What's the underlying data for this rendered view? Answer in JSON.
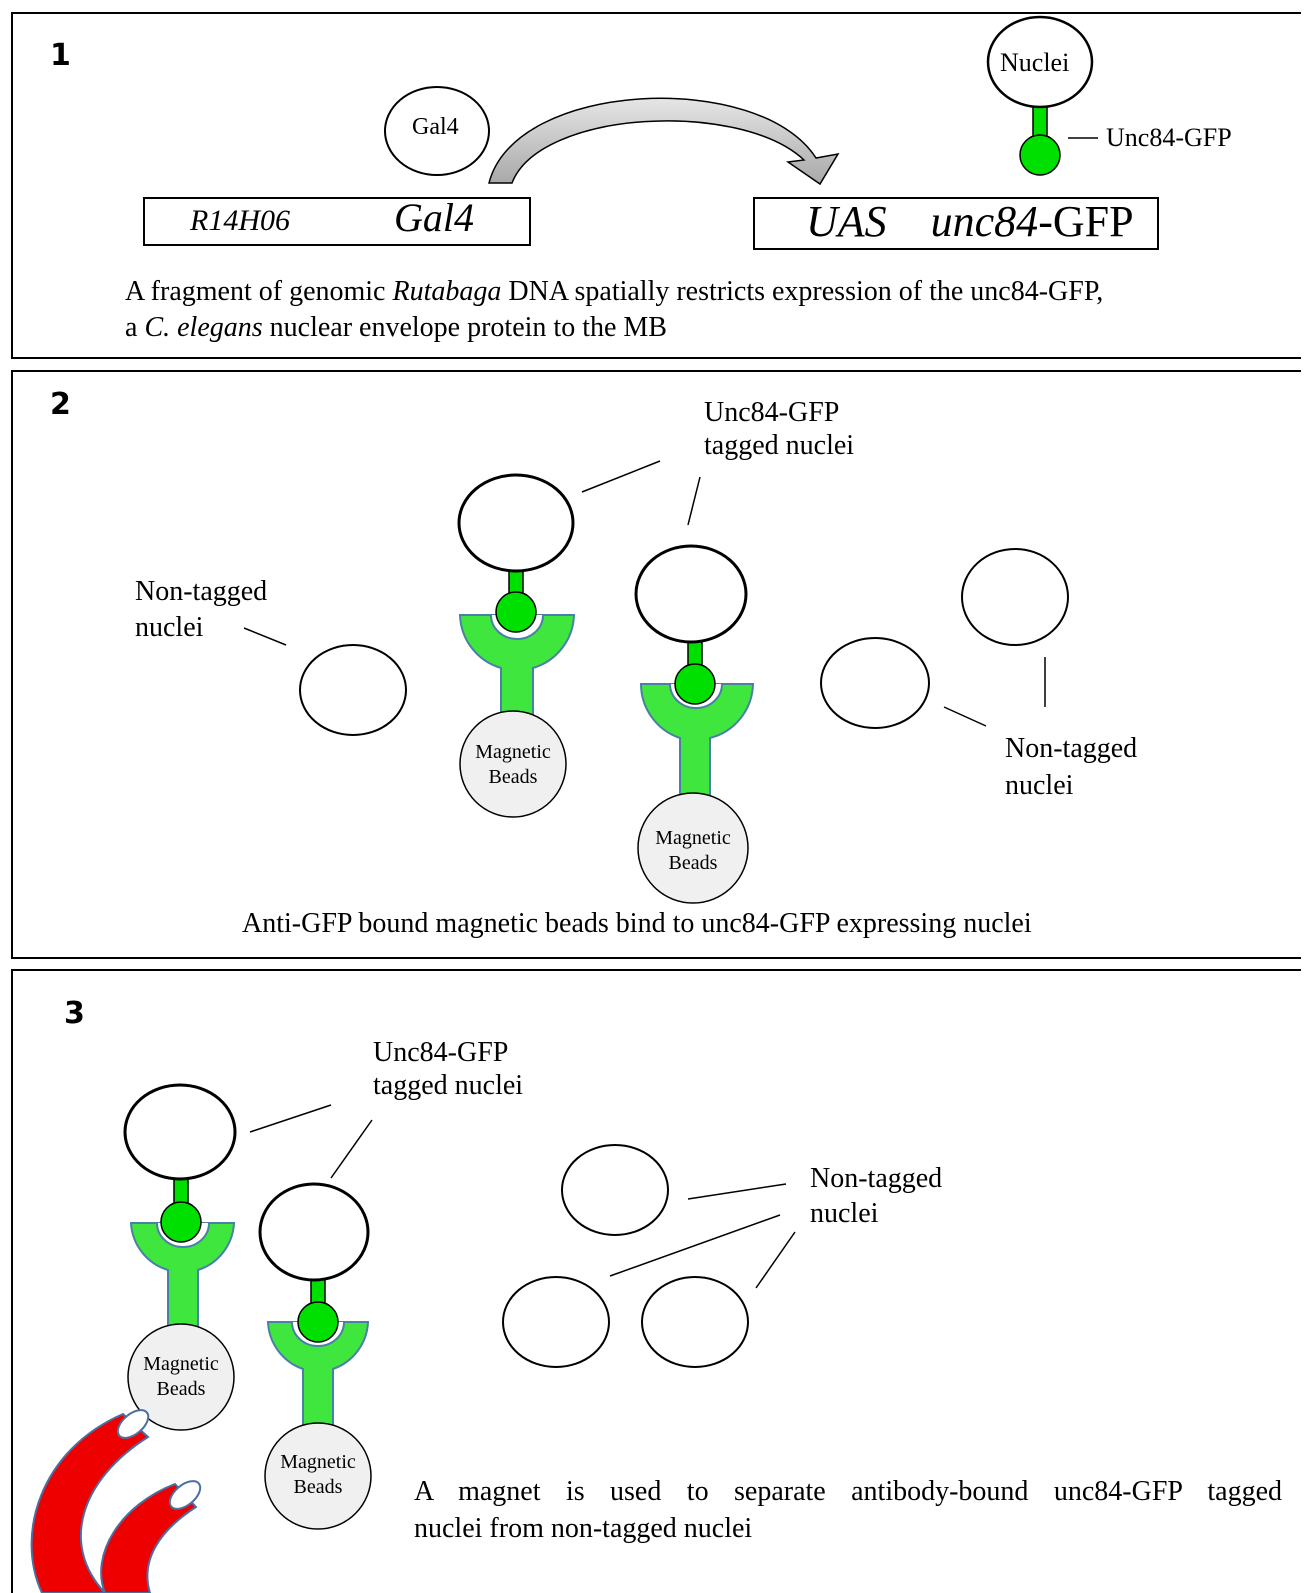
{
  "panel1": {
    "number": "1",
    "gal4_protein": "Gal4",
    "driver_box": {
      "enhancer": "R14H06",
      "gene": "Gal4"
    },
    "uas_box": {
      "uas": "UAS",
      "gene_italic": "unc84",
      "suffix": "-GFP"
    },
    "nuclei_label": "Nuclei",
    "unc84_label": "Unc84-GFP",
    "caption": {
      "line1_pre": "A fragment of genomic ",
      "line1_italic": "Rutabaga",
      "line1_post": " DNA spatially restricts expression of the unc84-GFP,",
      "line2_pre": "a ",
      "line2_italic": "C. elegans",
      "line2_post": " nuclear envelope protein to the MB"
    }
  },
  "panel2": {
    "number": "2",
    "tagged_label_line1": "Unc84-GFP",
    "tagged_label_line2": "tagged nuclei",
    "nontagged_left_line1": "Non-tagged",
    "nontagged_left_line2": "nuclei",
    "nontagged_right_line1": "Non-tagged",
    "nontagged_right_line2": "nuclei",
    "bead_line1": "Magnetic",
    "bead_line2": "Beads",
    "caption": "Anti-GFP bound magnetic beads bind to unc84-GFP expressing nuclei"
  },
  "panel3": {
    "number": "3",
    "tagged_label_line1": "Unc84-GFP",
    "tagged_label_line2": "tagged nuclei",
    "nontagged_line1": "Non-tagged",
    "nontagged_line2": "nuclei",
    "bead_line1": "Magnetic",
    "bead_line2": "Beads",
    "caption_line1": "A magnet is used to separate antibody-bound unc84-GFP tagged",
    "caption_line2": "nuclei from non-tagged nuclei"
  },
  "colors": {
    "gfp_green": "#00e000",
    "antibody_green": "#3ee63e",
    "antibody_stroke": "#4a7fa8",
    "bead_fill": "#f0f0f0",
    "magnet_red": "#ee0000",
    "magnet_stroke": "#4a6fa0",
    "arrow_fill": "#cccccc"
  }
}
